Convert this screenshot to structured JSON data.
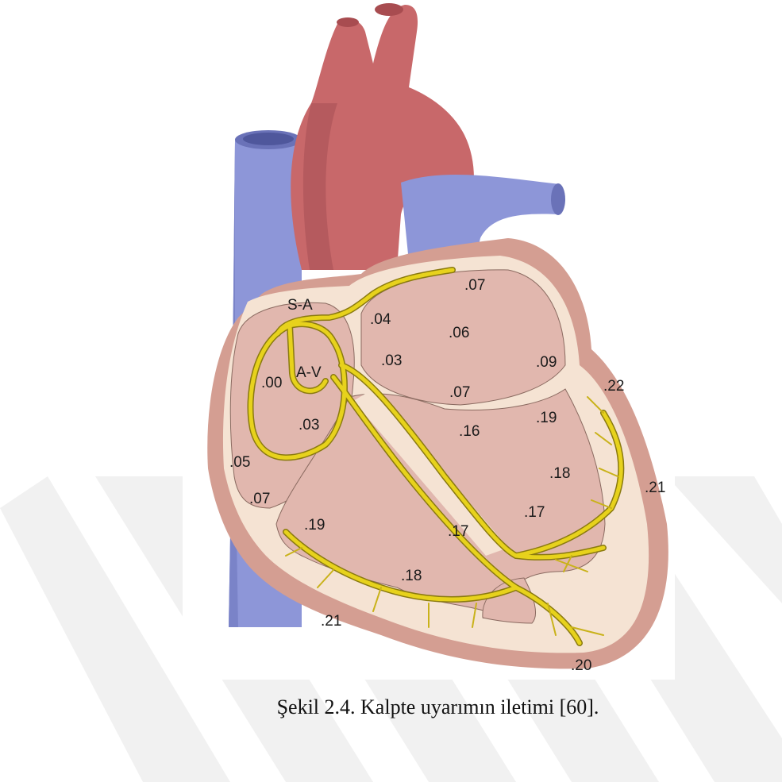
{
  "figure": {
    "regions": {
      "sa_node": "S-A",
      "av_node": "A-V"
    },
    "timings": {
      "t00": ".00",
      "t03_left": ".03",
      "t05": ".05",
      "t07_left": ".07",
      "t04": ".04",
      "t03_mid": ".03",
      "t07_top": ".07",
      "t06": ".06",
      "t09": ".09",
      "t07_mid": ".07",
      "t16": ".16",
      "t19_right": ".19",
      "t18_right": ".18",
      "t17_right": ".17",
      "t17_center": ".17",
      "t19_left": ".19",
      "t18_bottom": ".18",
      "t22": ".22",
      "t21_right": ".21",
      "t21_bottom": ".21",
      "t20": ".20"
    }
  },
  "caption": "Şekil 2.4. Kalpte uyarımın iletimi [60].",
  "colors": {
    "aorta": "#c8686a",
    "aorta_dark": "#a84c50",
    "vein": "#8d96d8",
    "vein_dark": "#6a72b8",
    "myocardium": "#f5e3d3",
    "chamber": "#e1b7ae",
    "epicardium": "#d49e92",
    "conduction": "#e7d21c",
    "conduction_edge": "#8a7a10",
    "watermark": "#f1f1f1"
  }
}
